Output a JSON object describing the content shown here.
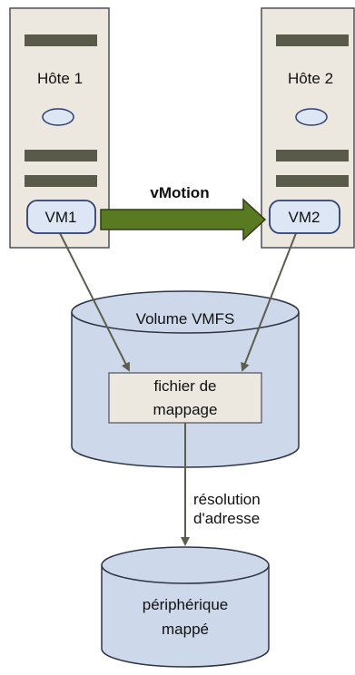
{
  "colors": {
    "server_fill": "#ece8df",
    "server_stroke": "#4f4f57",
    "bar": "#5a5a4a",
    "vm_fill": "#dce6f4",
    "vm_stroke": "#2f3f72",
    "cylinder_fill": "#cdd9ea",
    "cylinder_stroke": "#2f3547",
    "mapping_fill": "#ece8df",
    "arrow": "#5d5d4d",
    "vmotion_fill": "#5a7a22",
    "vmotion_stroke": "#2f3a18"
  },
  "host1": {
    "label": "Hôte 1",
    "vm_label": "VM1"
  },
  "host2": {
    "label": "Hôte 2",
    "vm_label": "VM2"
  },
  "vmotion": {
    "label": "vMotion"
  },
  "vmfs": {
    "label": "Volume VMFS"
  },
  "mapping_file": {
    "line1": "fichier de",
    "line2": "mappage"
  },
  "resolution": {
    "line1": "résolution",
    "line2": "d'adresse"
  },
  "mapped_device": {
    "line1": "périphérique",
    "line2": "mappé"
  }
}
